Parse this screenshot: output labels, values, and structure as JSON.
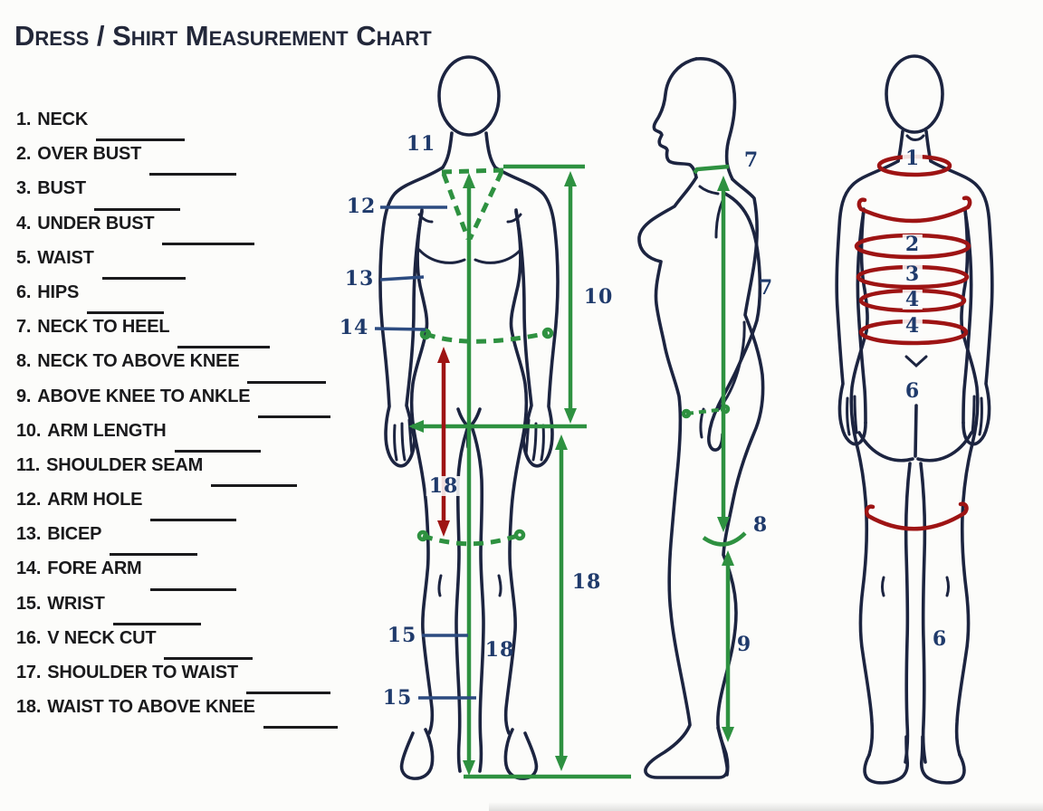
{
  "title": "Dress / Shirt Measurement Chart",
  "measurements": [
    {
      "num": "1.",
      "label": "NECK"
    },
    {
      "num": "2.",
      "label": "OVER BUST"
    },
    {
      "num": "3.",
      "label": "BUST"
    },
    {
      "num": "4.",
      "label": "UNDER BUST"
    },
    {
      "num": "5.",
      "label": "WAIST"
    },
    {
      "num": "6.",
      "label": "HIPS"
    },
    {
      "num": "7.",
      "label": "NECK TO HEEL"
    },
    {
      "num": "8.",
      "label": "NECK TO ABOVE KNEE"
    },
    {
      "num": "9.",
      "label": "ABOVE KNEE TO ANKLE"
    },
    {
      "num": "10.",
      "label": "ARM LENGTH"
    },
    {
      "num": "11.",
      "label": "SHOULDER SEAM"
    },
    {
      "num": "12.",
      "label": "ARM HOLE"
    },
    {
      "num": "13.",
      "label": "BICEP"
    },
    {
      "num": "14.",
      "label": "FORE ARM"
    },
    {
      "num": "15.",
      "label": "WRIST"
    },
    {
      "num": "16.",
      "label": "V NECK CUT"
    },
    {
      "num": "17.",
      "label": "SHOULDER TO WAIST"
    },
    {
      "num": "18.",
      "label": "WAIST TO ABOVE KNEE"
    }
  ],
  "figure_labels": {
    "front": [
      {
        "text": "11"
      },
      {
        "text": "12"
      },
      {
        "text": "13"
      },
      {
        "text": "14"
      },
      {
        "text": "15"
      },
      {
        "text": "15"
      },
      {
        "text": "10"
      },
      {
        "text": "18"
      },
      {
        "text": "18"
      },
      {
        "text": "18"
      }
    ],
    "side": [
      {
        "text": "7"
      },
      {
        "text": "7"
      },
      {
        "text": "8"
      },
      {
        "text": "9"
      }
    ],
    "back": [
      {
        "text": "1"
      },
      {
        "text": "2"
      },
      {
        "text": "3"
      },
      {
        "text": "4"
      },
      {
        "text": "4"
      },
      {
        "text": "6"
      },
      {
        "text": "6"
      }
    ]
  },
  "colors": {
    "ink_outline": "#1c2440",
    "measure_green": "#2e9140",
    "measure_red": "#9e1414",
    "label_navy": "#1f3a6b",
    "leader_blue": "#2c4b80",
    "text_black": "#1a1a1c",
    "background": "#fcfcfa"
  }
}
